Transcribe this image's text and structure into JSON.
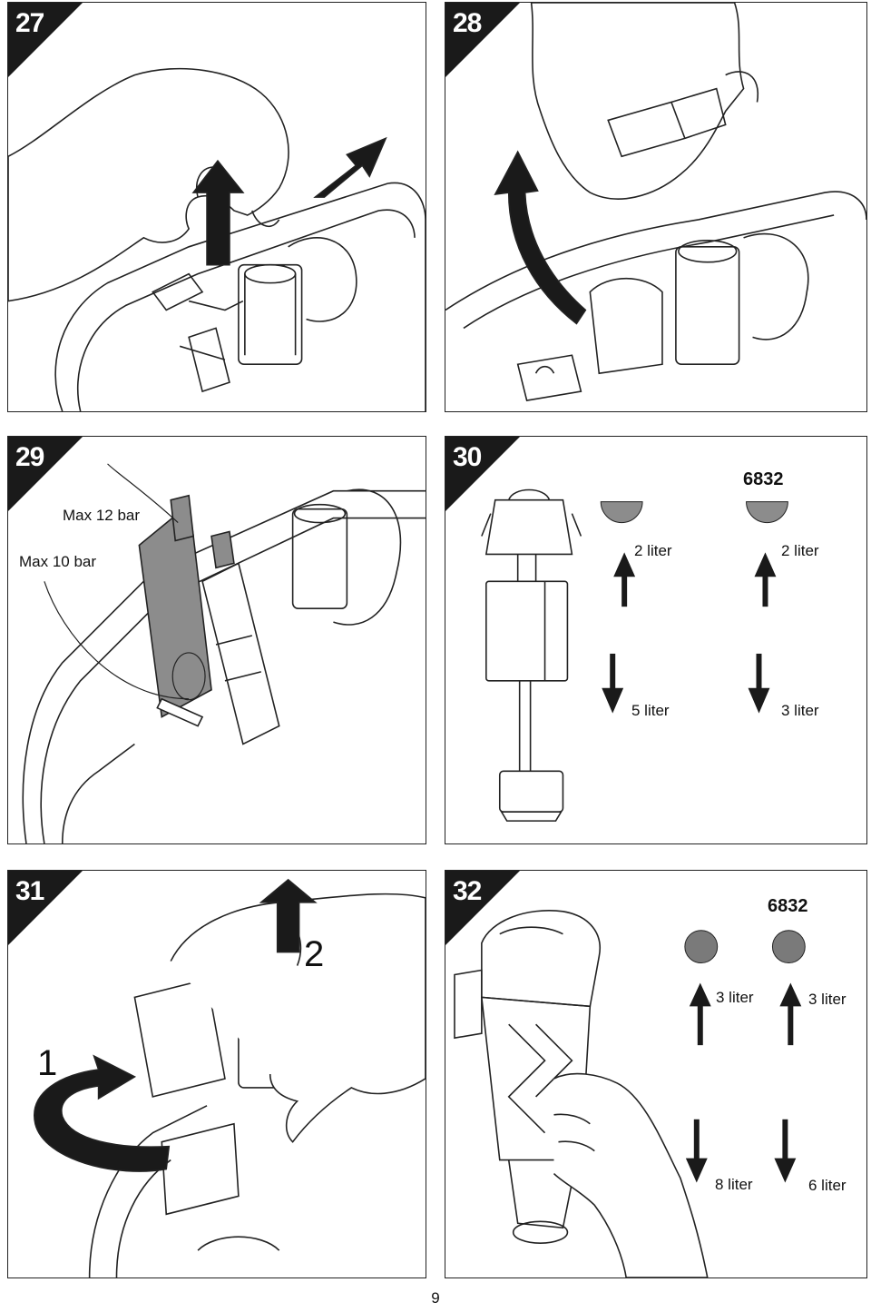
{
  "panels": [
    {
      "step": "27"
    },
    {
      "step": "28"
    },
    {
      "step": "29",
      "labels": {
        "max12": "Max 12 bar",
        "max10": "Max 10 bar"
      }
    },
    {
      "step": "30",
      "model": "6832",
      "left": {
        "up": "2 liter",
        "down": "5 liter"
      },
      "right": {
        "up": "2 liter",
        "down": "3 liter"
      }
    },
    {
      "step": "31",
      "callout1": "1",
      "callout2": "2"
    },
    {
      "step": "32",
      "model": "6832",
      "left": {
        "up": "3 liter",
        "down": "8 liter"
      },
      "right": {
        "up": "3 liter",
        "down": "6 liter"
      }
    }
  ],
  "page_number": "9",
  "colors": {
    "indicator_fill": "#8c8c8c",
    "step_badge": "#1a1a1a",
    "seal": "#7a7a7a"
  }
}
